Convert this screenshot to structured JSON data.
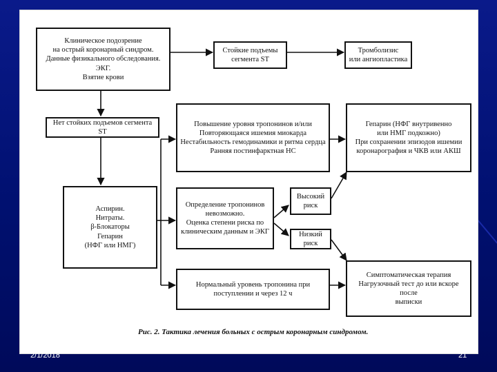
{
  "diagram": {
    "boxes": {
      "clinical": "Клиническое подозрение\nна острый коронарный синдром.\nДанные физикального обследования. ЭКГ.\nВзятие крови",
      "st_elevation": "Стойкие подъемы\nсегмента ST",
      "thrombolysis": "Тромболизис\nили ангиопластика",
      "no_st": "Нет стойких подъемов сегмента ST",
      "high_risk_criteria": "Повышение уровня тропонинов и/или\nПовторяющаяся ишемия миокарда\nНестабильность гемодинамики и ритма сердца\nРанняя постинфарктная НС",
      "heparin_plan": "Гепарин (НФГ внутривенно\nили НМГ подкожно)\nПри сохранении эпизодов ишемии\nкоронарография и ЧКВ или АКШ",
      "aspirin": "Аспирин.\nНитраты.\nβ-Блокаторы\nГепарин\n(НФГ или НМГ)",
      "troponin_unknown": "Определение тропонинов\nневозможно.\nОценка степени риска по\nклиническим данным и ЭКГ",
      "high_risk": "Высокий\nриск",
      "low_risk": "Низкий риск",
      "symptomatic": "Симптоматическая терапия\nНагрузочный тест до или вскоре после\nвыписки",
      "normal_troponin": "Нормальный уровень тропонина при\nпоступлении и через 12 ч"
    },
    "caption": "Рис. 2. Тактика лечения больных с острым коронарным синдромом."
  },
  "footer": {
    "date": "2/1/2018",
    "page": "21"
  },
  "colors": {
    "slide_background": "#0a1a8a",
    "panel": "#ffffff",
    "ink": "#111111"
  }
}
